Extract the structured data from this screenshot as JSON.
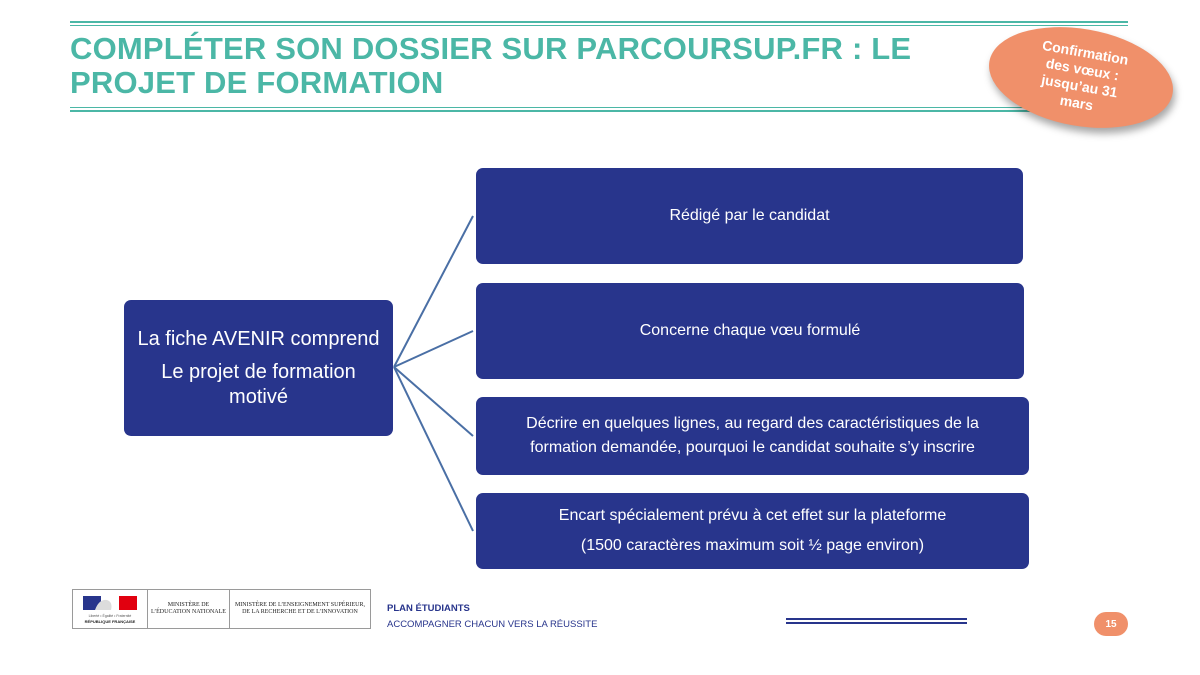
{
  "slide": {
    "title": "COMPLÉTER SON DOSSIER SUR PARCOURSUP.FR : LE PROJET DE FORMATION",
    "badge": "Confirmation des vœux : jusqu’au 31 mars",
    "main_box": {
      "line1": "La fiche AVENIR comprend",
      "line2": "Le projet de formation motivé"
    },
    "items": [
      {
        "text": "Rédigé par le candidat"
      },
      {
        "text": "Concerne chaque vœu formulé"
      },
      {
        "text": "Décrire en quelques lignes, au regard des caractéristiques de la formation demandée, pourquoi le candidat souhaite s’y inscrire"
      },
      {
        "text": "Encart spécialement prévu à cet effet sur la plateforme",
        "note": "(1500 caractères maximum  soit  ½ page environ)"
      }
    ],
    "colors": {
      "accent": "#4bb7a6",
      "box": "#28358c",
      "badge": "#f0906a"
    }
  },
  "footer": {
    "logo_rf": "RÉPUBLIQUE FRANÇAISE",
    "logo_rf_motto": "Liberté • Égalité • Fraternité",
    "ministry1": "MINISTÈRE DE L’ÉDUCATION NATIONALE",
    "ministry2": "MINISTÈRE DE L’ENSEIGNEMENT SUPÉRIEUR, DE LA RECHERCHE ET DE L’INNOVATION",
    "plan_title": "PLAN ÉTUDIANTS",
    "plan_subtitle": "ACCOMPAGNER CHACUN VERS LA RÉUSSITE",
    "page_number": "15"
  }
}
